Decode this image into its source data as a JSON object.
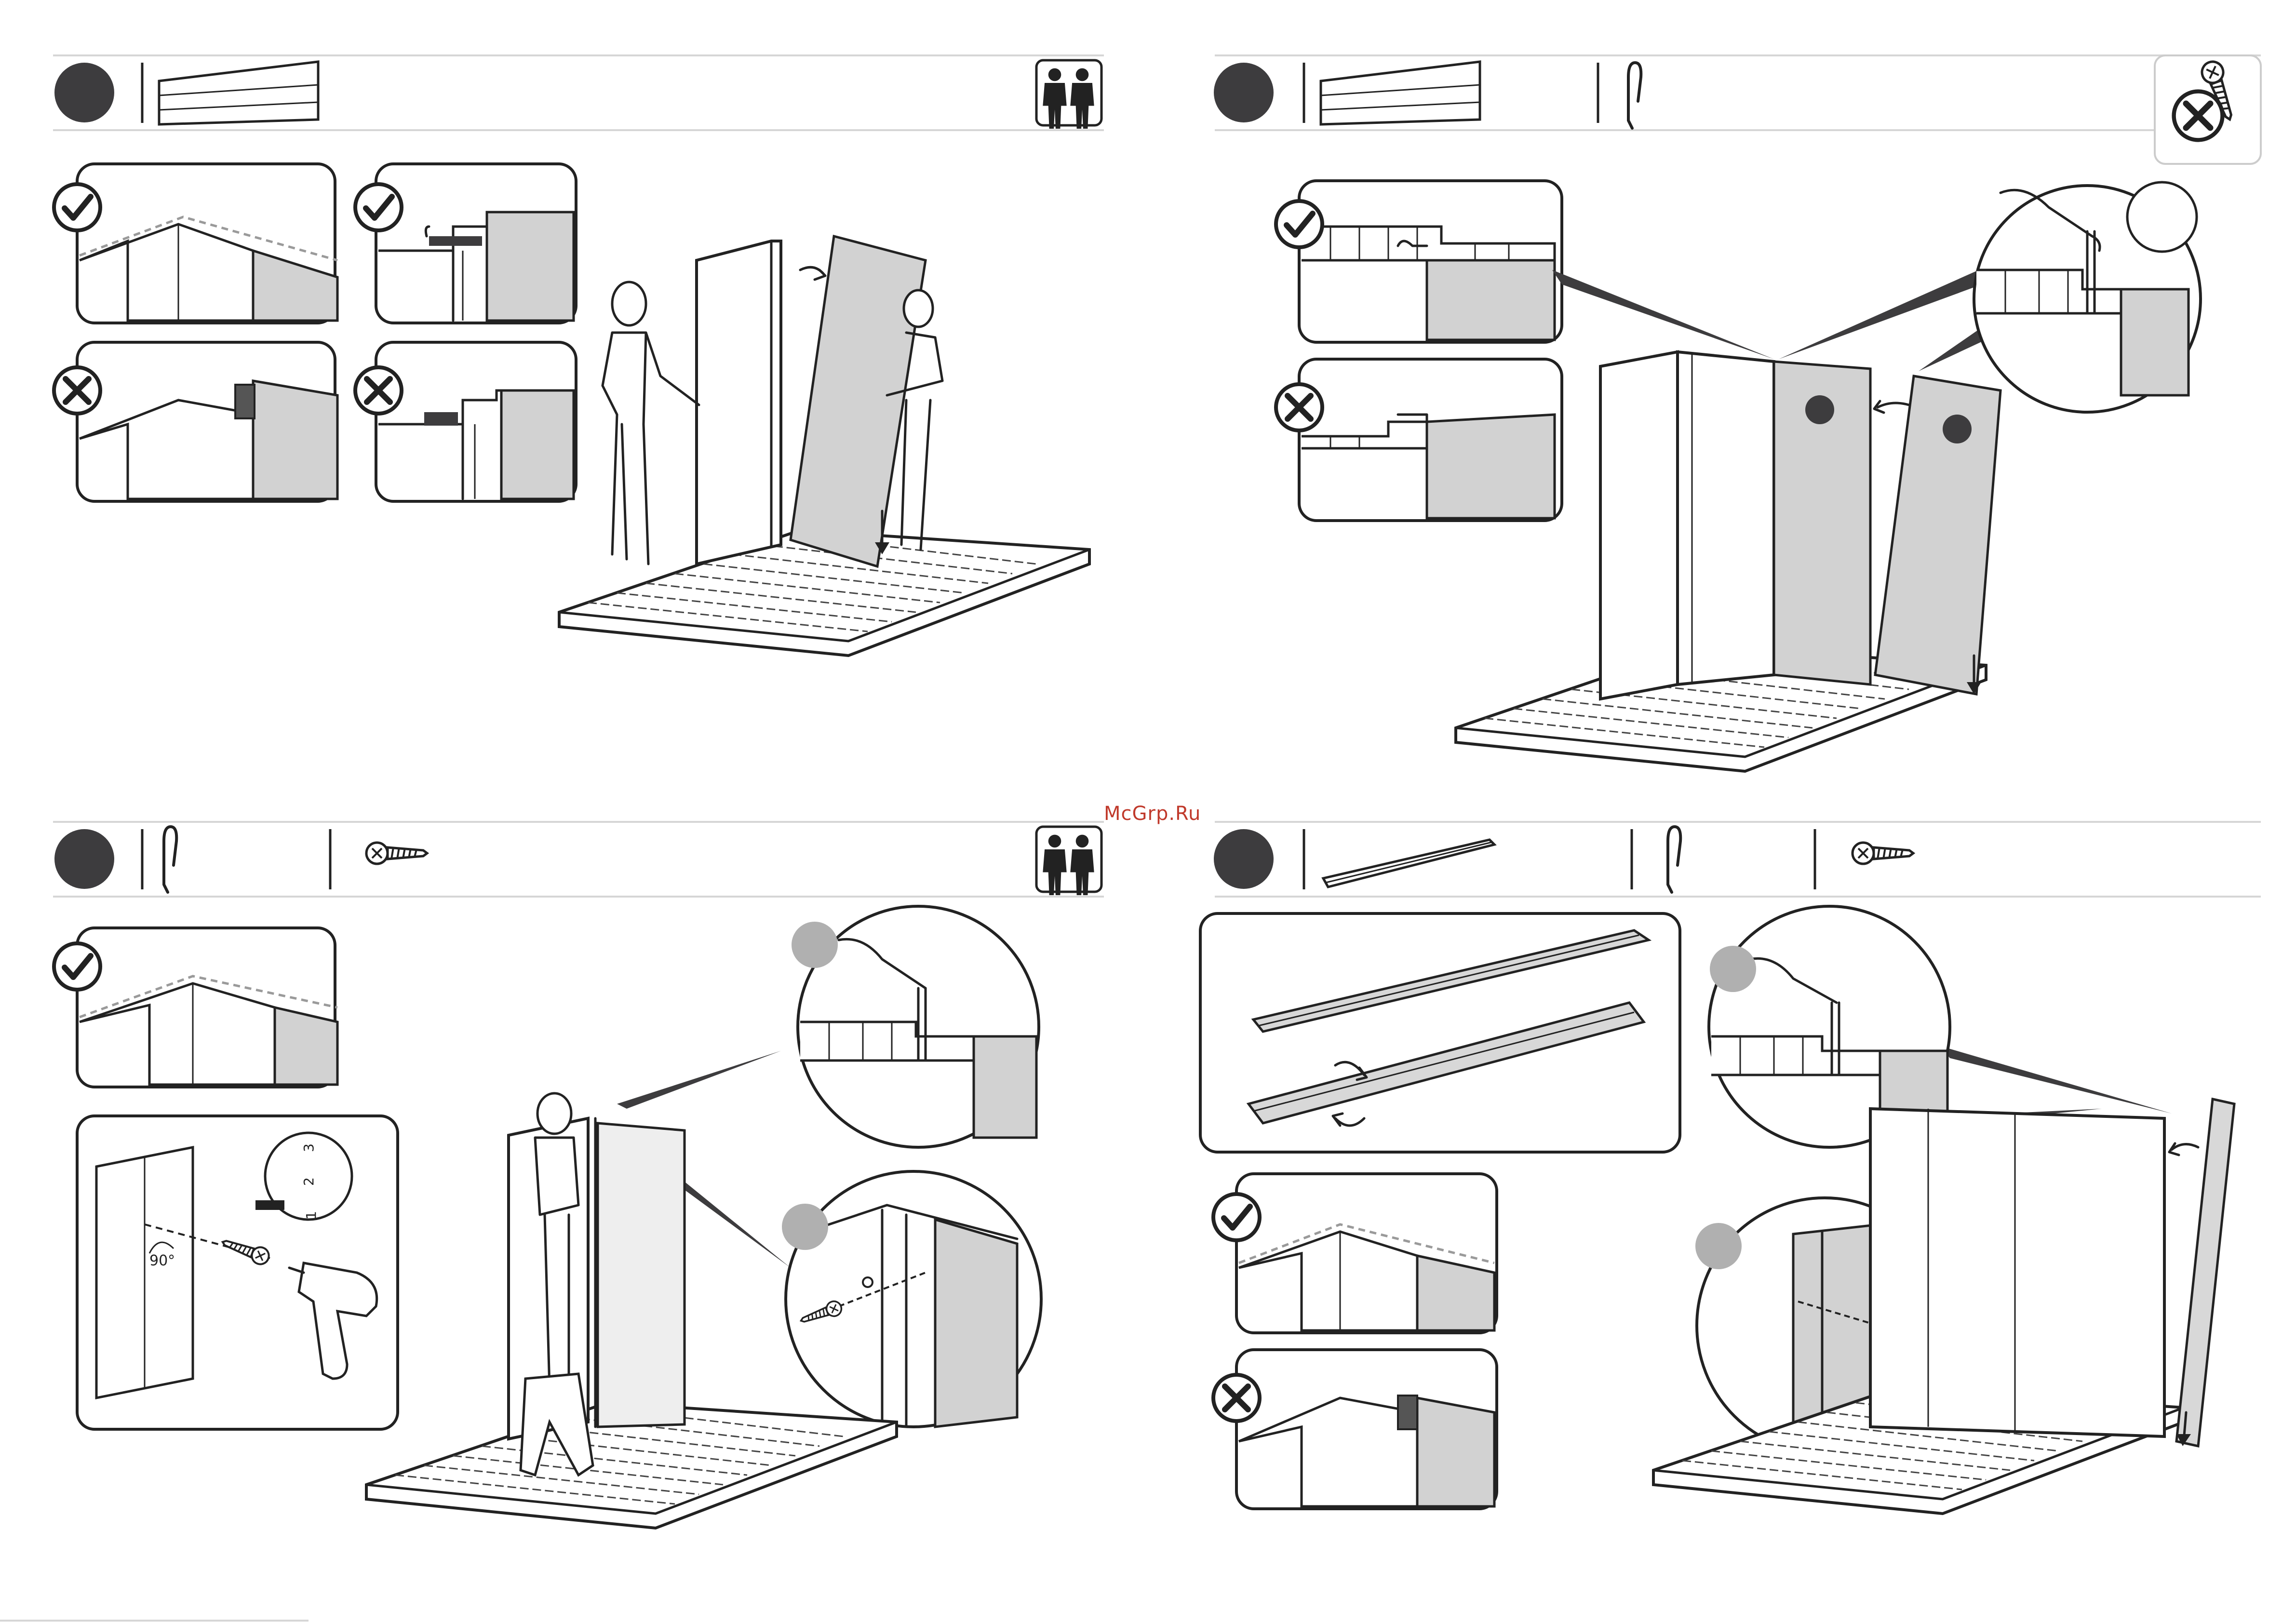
{
  "watermark": "McGrp.Ru",
  "steps": [
    {
      "id": "step-1",
      "people_count": 2,
      "parts": [
        "wall-panel"
      ]
    },
    {
      "id": "step-2",
      "parts": [
        "wall-panel",
        "connector-clip"
      ],
      "warning": "no-screw"
    },
    {
      "id": "step-3",
      "people_count": 2,
      "parts": [
        "connector-clip",
        "screw"
      ]
    },
    {
      "id": "step-4",
      "parts": [
        "corner-profile",
        "connector-clip",
        "screw"
      ]
    }
  ],
  "annotations": {
    "angle_label": "90°",
    "drill_settings": [
      "1",
      "2",
      "3"
    ]
  },
  "icons": {
    "correct": "check-circle-icon",
    "incorrect": "cross-circle-icon",
    "two_people": "two-people-icon",
    "screw": "screw-icon",
    "no_screw": "no-screw-icon",
    "clip": "clip-icon",
    "panel": "panel-icon",
    "profile": "profile-icon",
    "rotate": "rotate-arrow-icon"
  },
  "colors": {
    "step_circle": "#3d3c3e",
    "panel_grey": "#d2d2d2",
    "line": "#222222",
    "rule": "#d6d6d6",
    "watermark": "#c0392b"
  }
}
